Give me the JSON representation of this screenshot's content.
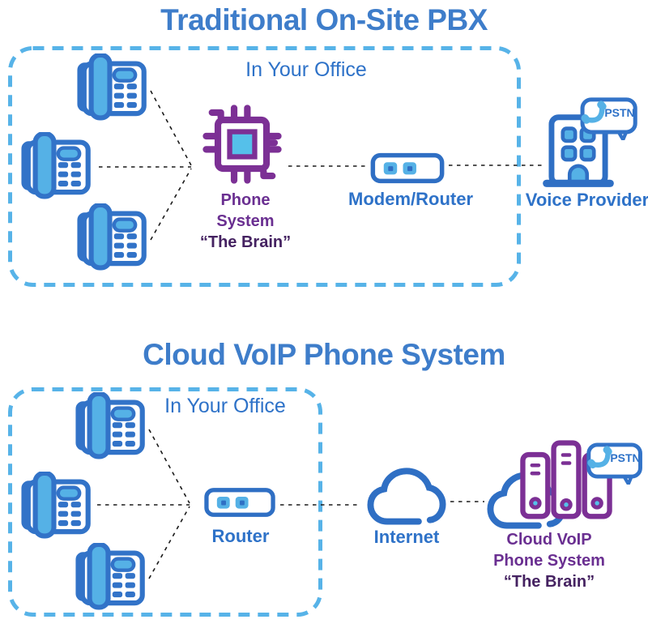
{
  "diagram": {
    "top": {
      "title": "Traditional On-Site PBX",
      "office_label": "In Your Office",
      "chip_caption": {
        "l1": "Phone",
        "l2": "System",
        "l3": "“The Brain”"
      },
      "modem_label": "Modem/Router",
      "provider_label": "Voice Provider",
      "pstn": "PSTN"
    },
    "bottom": {
      "title": "Cloud VoIP Phone System",
      "office_label": "In Your Office",
      "router_label": "Router",
      "internet_label": "Internet",
      "cloud_caption": {
        "l1": "Cloud VoIP",
        "l2": "Phone System",
        "l3": "“The Brain”"
      },
      "pstn": "PSTN"
    },
    "colors": {
      "title_blue": "#3e7dca",
      "label_blue": "#2e72c8",
      "icon_blue": "#3273c8",
      "light_blue": "#55b1e6",
      "dash_blue": "#57b3e8",
      "purple": "#7c3095",
      "purple_text": "#6a2f91",
      "dark_purple_text": "#452261",
      "connector_black": "#1a1a1a"
    }
  }
}
